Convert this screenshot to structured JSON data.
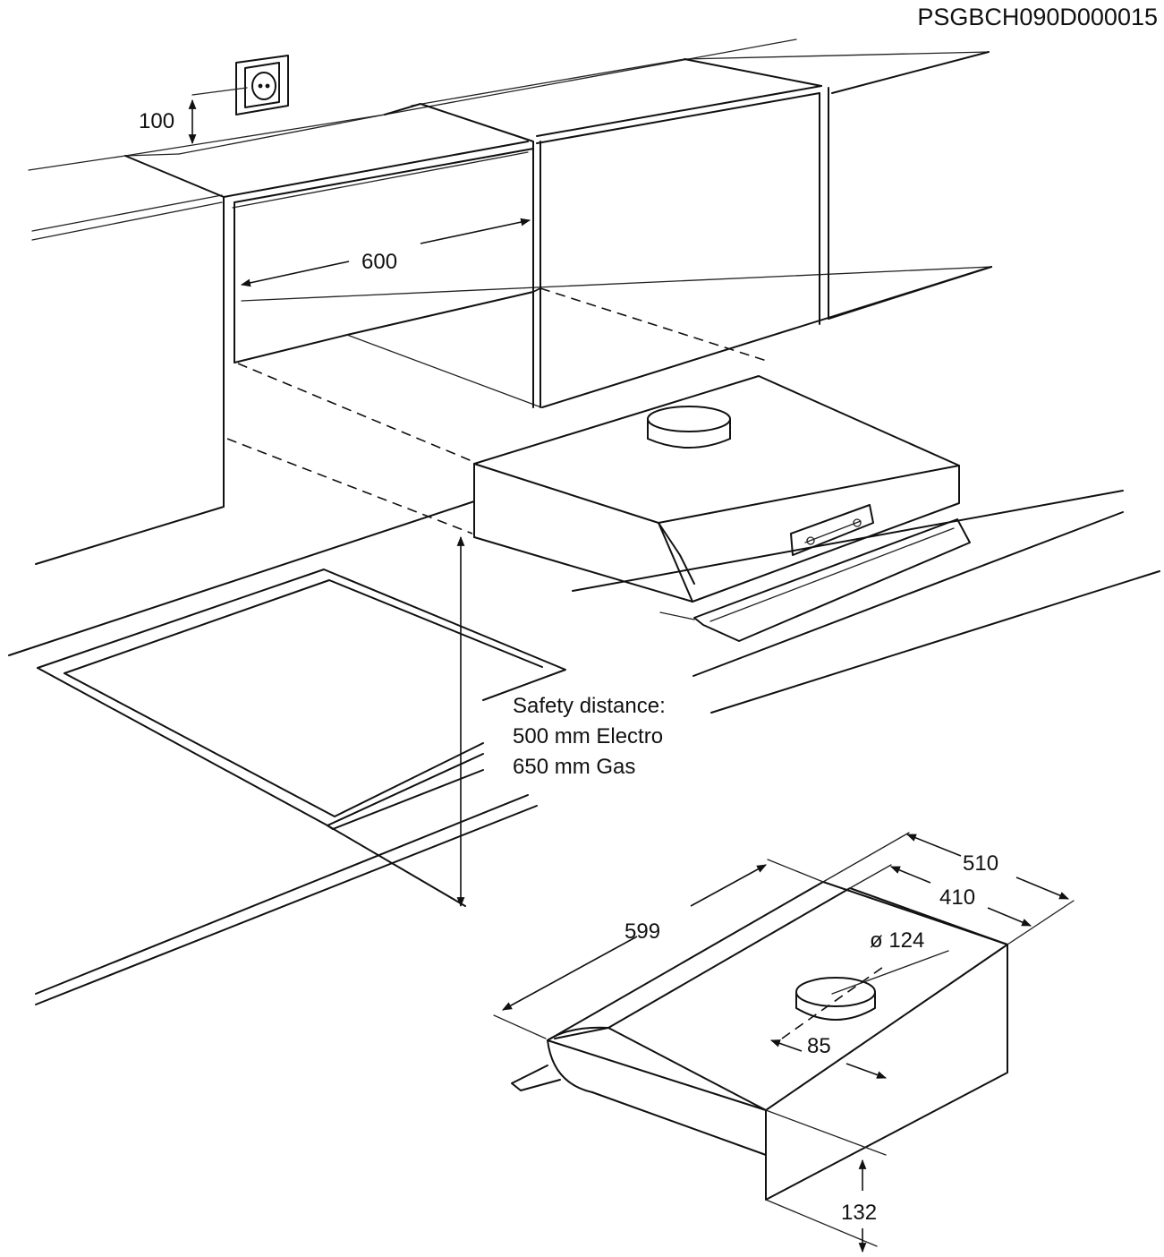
{
  "diagram": {
    "code": "PSGBCH090D000015",
    "dimensions": {
      "socket_offset": "100",
      "cabinet_width": "600",
      "hood_width": "599",
      "hood_depth": "510",
      "hood_inner_depth": "410",
      "duct_diameter": "ø 124",
      "duct_offset": "85",
      "hood_height": "132"
    },
    "safety": {
      "line1": "Safety distance:",
      "line2": "500 mm Electro",
      "line3": "650 mm Gas"
    }
  }
}
